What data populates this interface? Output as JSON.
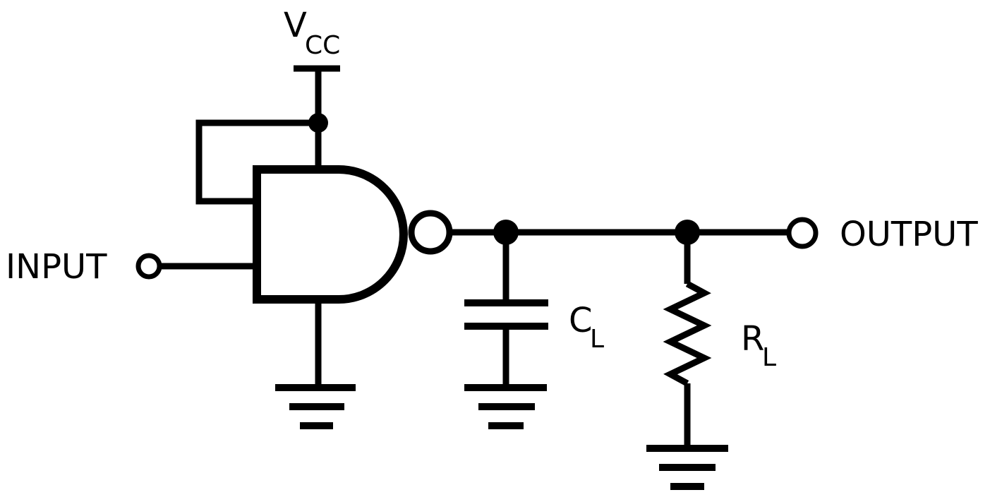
{
  "labels": {
    "vcc": {
      "main": "V",
      "sub": "CC"
    },
    "input": "INPUT",
    "output": "OUTPUT",
    "cl": {
      "main": "C",
      "sub": "L"
    },
    "rl": {
      "main": "R",
      "sub": "L"
    }
  },
  "colors": {
    "line": "#000000",
    "background": "#ffffff"
  }
}
